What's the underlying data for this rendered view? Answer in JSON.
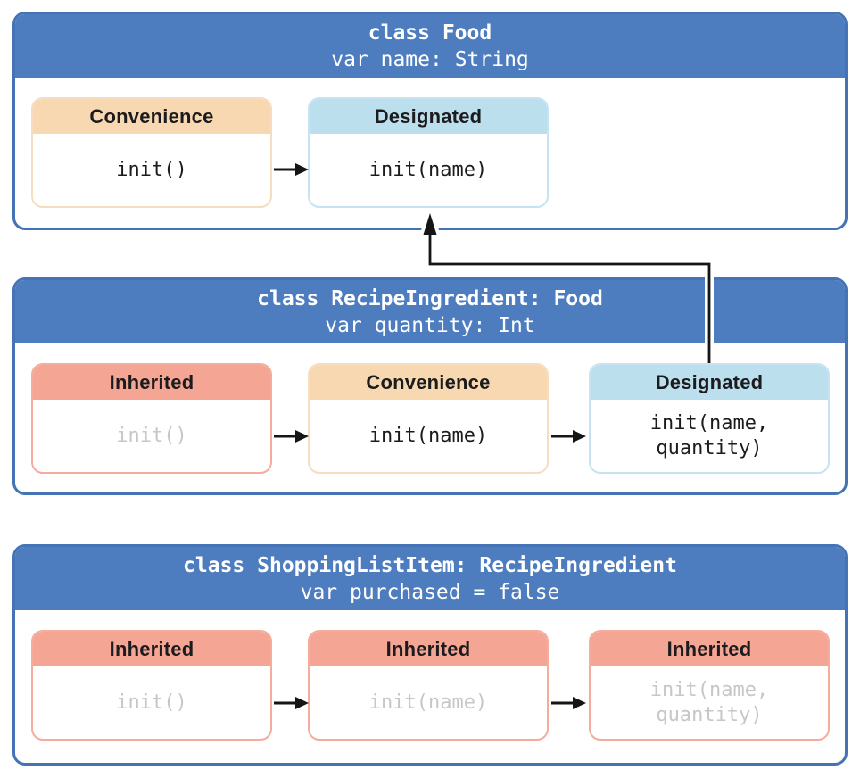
{
  "colors": {
    "class_header_bg": "#4d7dbf",
    "class_box_border": "#4473b6",
    "convenience_header_bg": "#f8d8b1",
    "designated_header_bg": "#bcdfee",
    "inherited_header_bg": "#f4a593",
    "inherited_code_text": "#c6c6cb",
    "code_text": "#1c1c1e",
    "arrow": "#151515"
  },
  "classes": [
    {
      "title": "class Food",
      "subtitle": "var name: String",
      "cards": [
        {
          "type": "Convenience",
          "code": "init()",
          "inherited": false
        },
        {
          "type": "Designated",
          "code": "init(name)",
          "inherited": false
        }
      ]
    },
    {
      "title": "class RecipeIngredient: Food",
      "subtitle": "var quantity: Int",
      "cards": [
        {
          "type": "Inherited",
          "code": "init()",
          "inherited": true
        },
        {
          "type": "Convenience",
          "code": "init(name)",
          "inherited": false
        },
        {
          "type": "Designated",
          "code": "init(name,\nquantity)",
          "inherited": false
        }
      ]
    },
    {
      "title": "class ShoppingListItem: RecipeIngredient",
      "subtitle": "var purchased = false",
      "cards": [
        {
          "type": "Inherited",
          "code": "init()",
          "inherited": true
        },
        {
          "type": "Inherited",
          "code": "init(name)",
          "inherited": true
        },
        {
          "type": "Inherited",
          "code": "init(name,\nquantity)",
          "inherited": true
        }
      ]
    }
  ],
  "connectors": [
    {
      "from": "Food.init()",
      "to": "Food.init(name)",
      "kind": "delegate-across"
    },
    {
      "from": "RecipeIngredient.init()",
      "to": "RecipeIngredient.init(name)",
      "kind": "delegate-across"
    },
    {
      "from": "RecipeIngredient.init(name)",
      "to": "RecipeIngredient.init(name,quantity)",
      "kind": "delegate-across"
    },
    {
      "from": "RecipeIngredient.init(name,quantity)",
      "to": "Food.init(name)",
      "kind": "delegate-up"
    },
    {
      "from": "ShoppingListItem.init()",
      "to": "ShoppingListItem.init(name)",
      "kind": "delegate-across"
    },
    {
      "from": "ShoppingListItem.init(name)",
      "to": "ShoppingListItem.init(name,quantity)",
      "kind": "delegate-across"
    }
  ]
}
